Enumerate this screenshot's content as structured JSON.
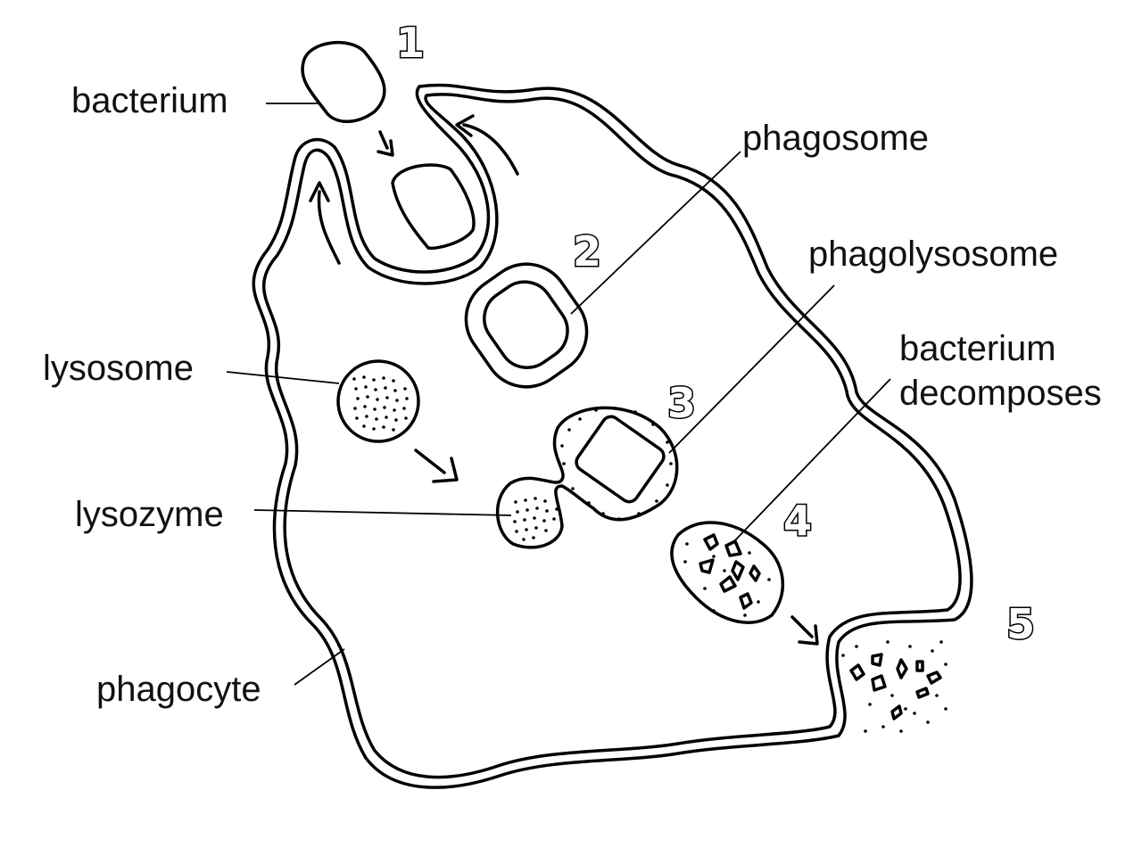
{
  "labels": {
    "bacterium": "bacterium",
    "phagosome": "phagosome",
    "phagolysosome": "phagolysosome",
    "bacterium_decomposes_1": "bacterium",
    "bacterium_decomposes_2": "decomposes",
    "lysosome": "lysosome",
    "lysozyme": "lysozyme",
    "phagocyte": "phagocyte"
  },
  "steps": [
    "1",
    "2",
    "3",
    "4",
    "5"
  ],
  "colors": {
    "ink": "#000000",
    "background": "#ffffff"
  }
}
